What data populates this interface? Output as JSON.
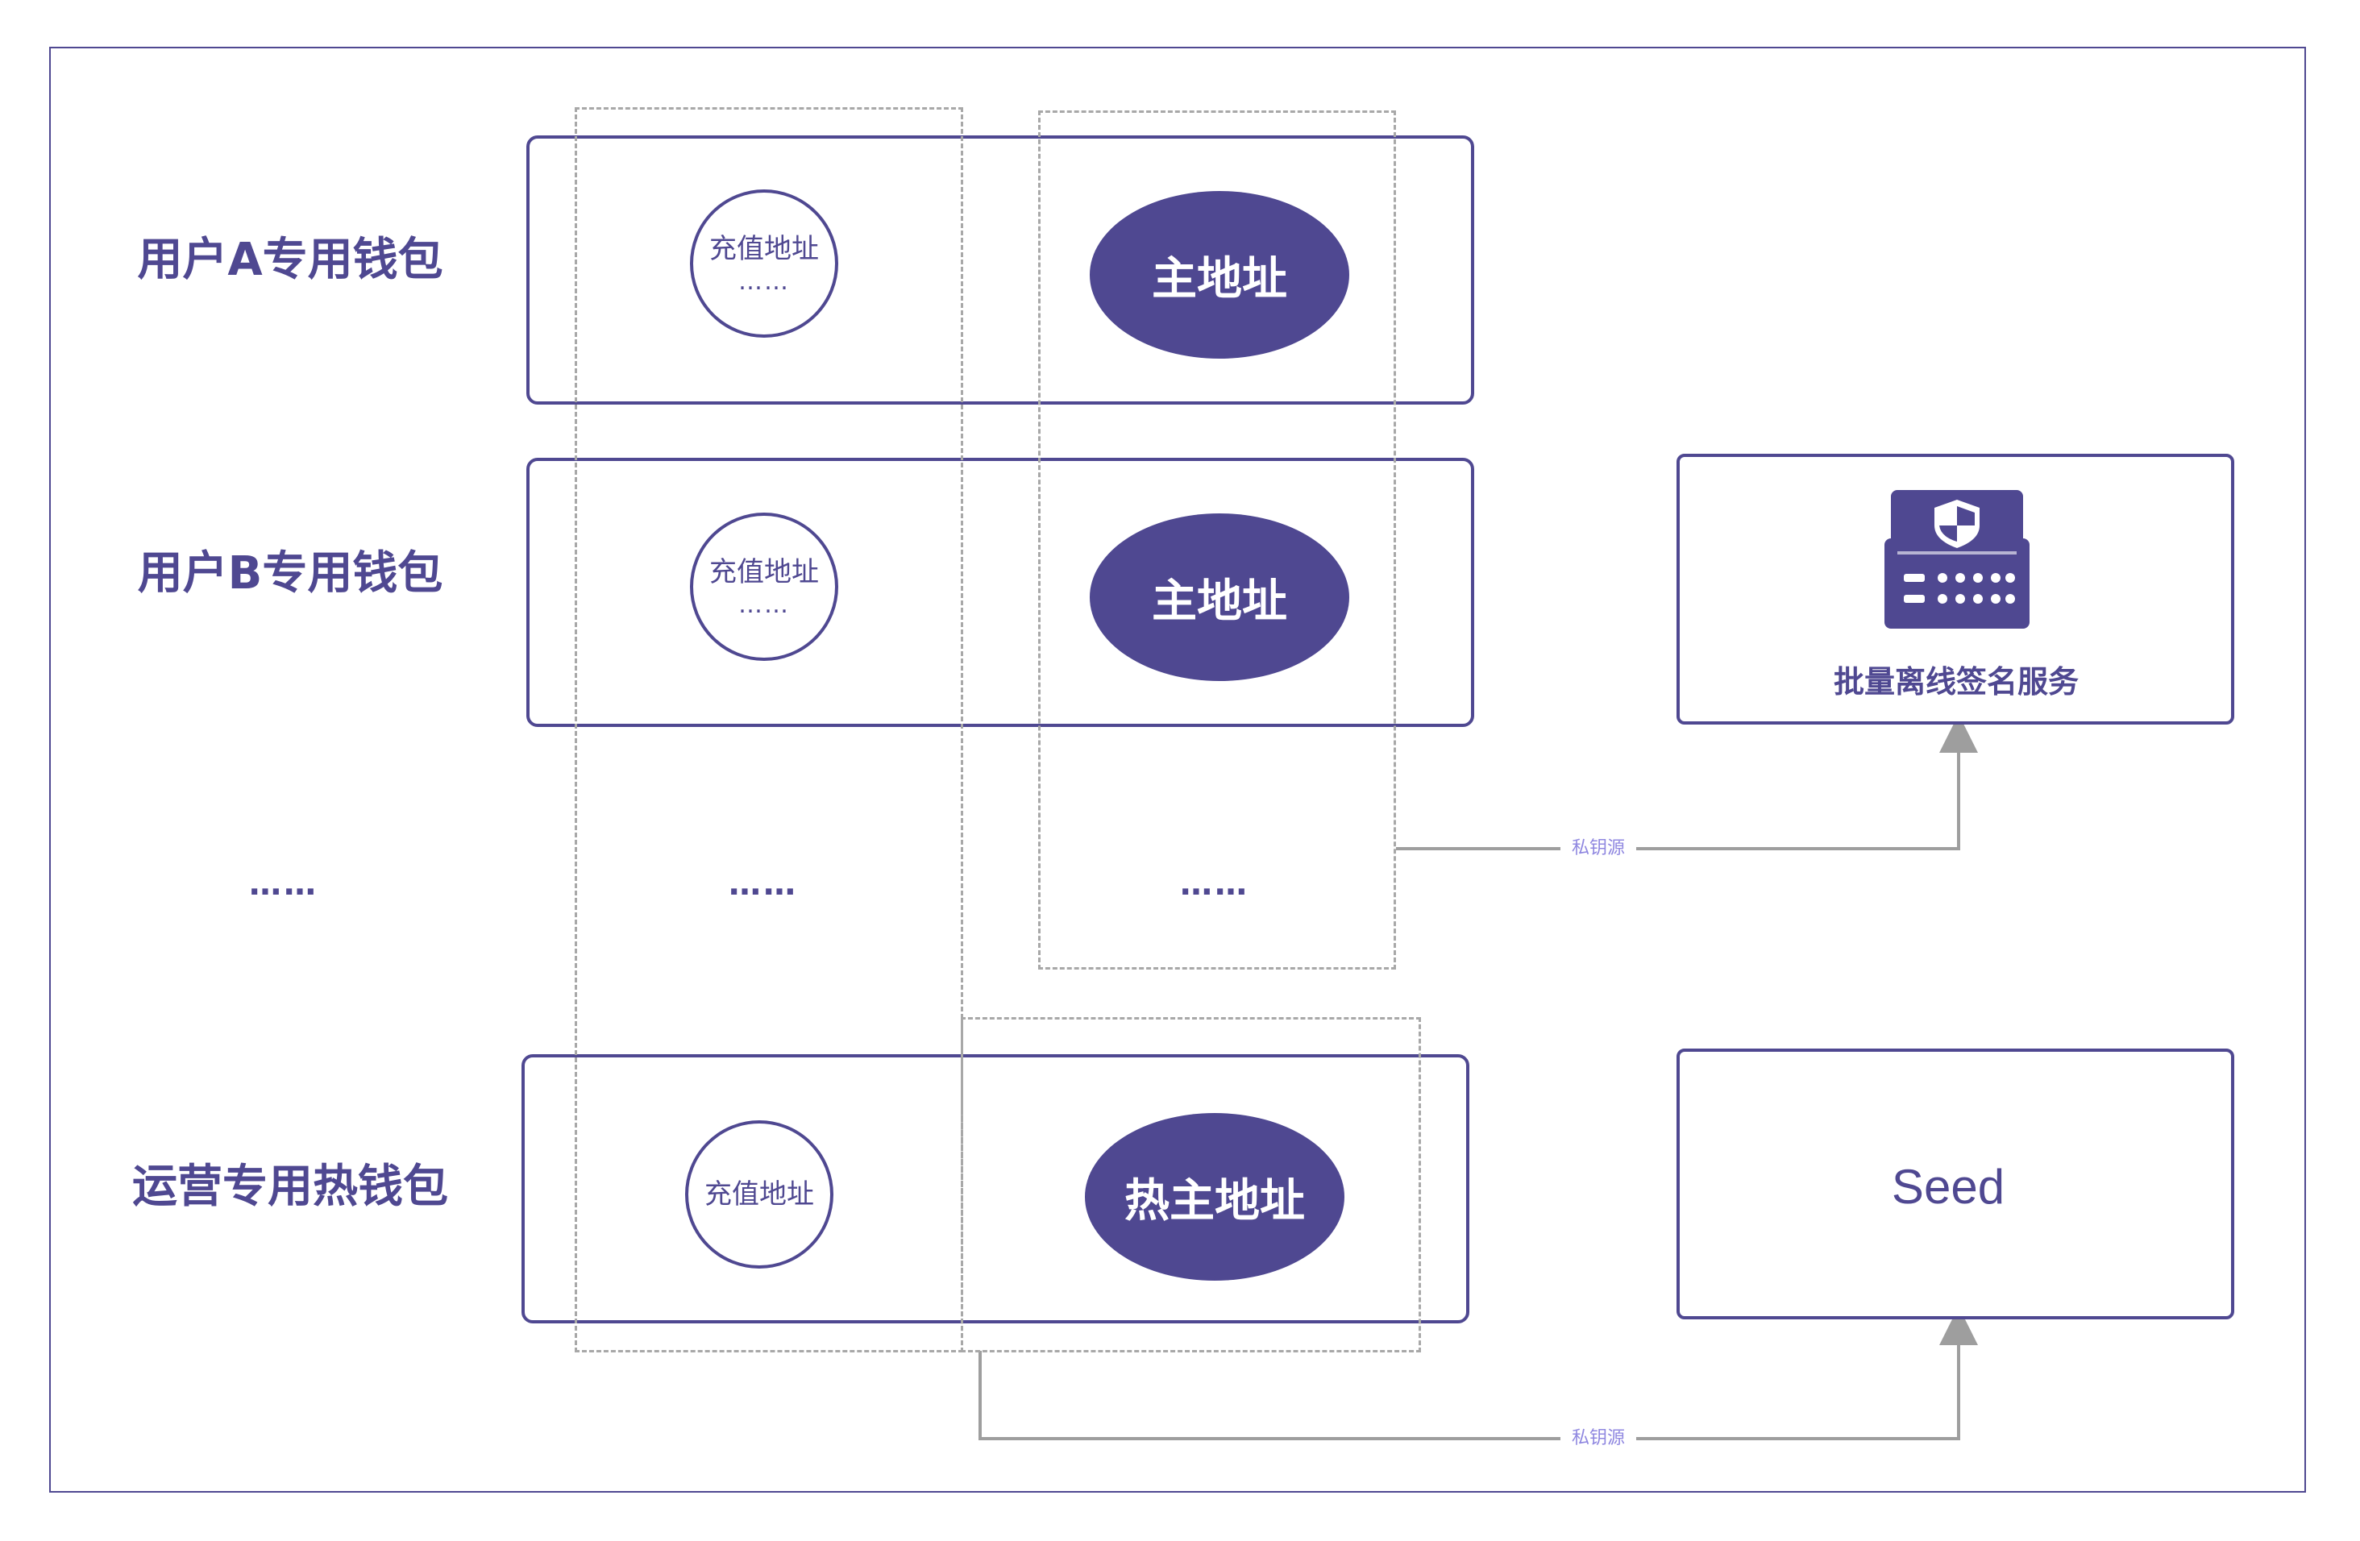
{
  "rows": {
    "user_a": {
      "label": "用户A专用钱包",
      "deposit": "充值地址",
      "deposit_more": "……",
      "main": "主地址"
    },
    "user_b": {
      "label": "用户B专用钱包",
      "deposit": "充值地址",
      "deposit_more": "……",
      "main": "主地址"
    },
    "more": {
      "label": "……",
      "deposit": "……",
      "main": "……"
    },
    "ops": {
      "label": "运营专用热钱包",
      "deposit": "充值地址",
      "main": "热主地址"
    }
  },
  "services": {
    "signing": {
      "label": "批量离线签名服务",
      "icon": "shield-server-icon"
    },
    "seed": {
      "label": "Seed"
    }
  },
  "connectors": {
    "top": "私钥源",
    "bottom": "私钥源"
  },
  "colors": {
    "primary": "#4f4891",
    "dash": "#a8a8a8",
    "connector": "#9e9e9e",
    "connector_label": "#8f87e0"
  }
}
